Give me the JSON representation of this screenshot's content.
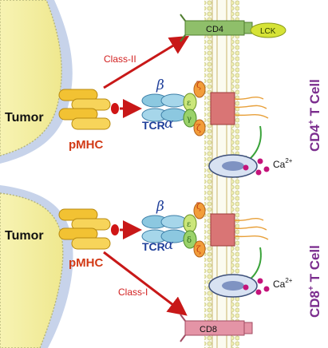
{
  "labels": {
    "tumor": "Tumor",
    "pmhc": "pMHC",
    "class_ii": "Class-II",
    "class_i": "Class-I",
    "tcr": "TCR",
    "alpha": "α",
    "beta": "β",
    "zeta": "ζ",
    "epsilon": "ε",
    "gamma": "γ",
    "delta": "δ",
    "cd4": "CD4",
    "cd8": "CD8",
    "lck": "LCK",
    "ca_base": "Ca",
    "ca_sup": "2+"
  },
  "cells": {
    "cd4": {
      "prefix": "CD4",
      "sup": "+",
      "suffix": " T Cell"
    },
    "cd8": {
      "prefix": "CD8",
      "sup": "+",
      "suffix": " T Cell"
    }
  },
  "colors": {
    "tumor_fill": "#f4f0a8",
    "tumor_edge": "#a9b8d8",
    "mhc": "#f2c233",
    "tcr": "#8cc8e0",
    "arrow": "#c81818",
    "membrane_head": "#e8e79a",
    "cell_label": "#7b2d8e"
  }
}
